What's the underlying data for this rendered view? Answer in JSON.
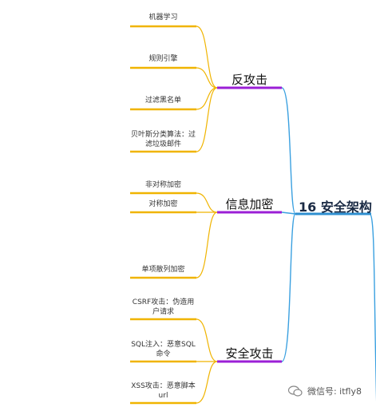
{
  "root": {
    "label": "16 安全架构"
  },
  "branches": [
    {
      "label": "反攻击",
      "leaves": [
        "机器学习",
        "规则引擎",
        "过滤黑名单",
        "贝叶斯分类算法：过滤垃圾邮件"
      ]
    },
    {
      "label": "信息加密",
      "leaves": [
        "非对称加密",
        "对称加密",
        "单项散列加密"
      ]
    },
    {
      "label": "安全攻击",
      "leaves": [
        "CSRF攻击：伪造用户请求",
        "SQL注入：恶意SQL命令",
        "XSS攻击：恶意脚本url"
      ]
    }
  ],
  "watermark": {
    "text": "微信号: itfly8"
  },
  "colors": {
    "leaf_line": "#f0b400",
    "branch_line": "#9b1fd6",
    "root_line": "#2e8fd0",
    "connector": "#3aa0e0"
  }
}
